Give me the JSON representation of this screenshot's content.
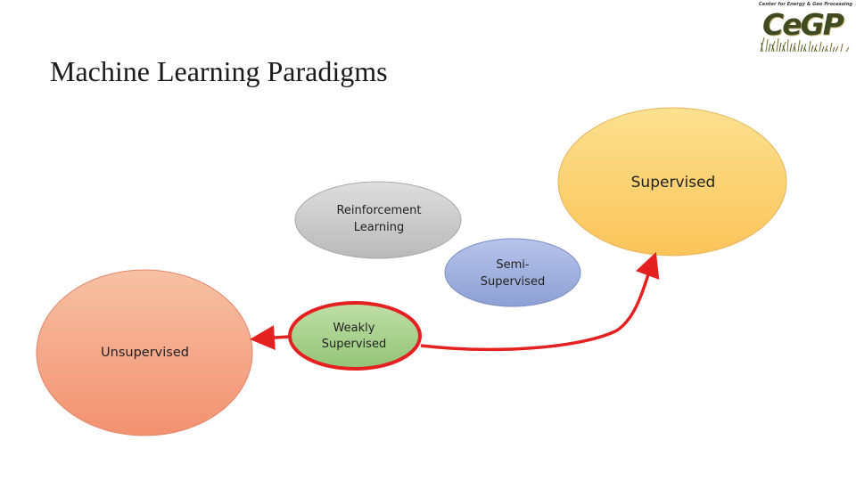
{
  "slide": {
    "title": "Machine Learning Paradigms"
  },
  "logo": {
    "tagline": "Center for Energy & Geo Processing",
    "wordmark": "CeGP"
  },
  "nodes": {
    "supervised": {
      "label": "Supervised",
      "color": "#fbca6a"
    },
    "reinforcement": {
      "label": "Reinforcement\nLearning",
      "color": "#c8c8c8"
    },
    "semi_supervised": {
      "label": "Semi-\nSupervised",
      "color": "#a3b2de"
    },
    "weakly_supervised": {
      "label": "Weakly\nSupervised",
      "color": "#a9d08e",
      "highlight": "#e52020"
    },
    "unsupervised": {
      "label": "Unsupervised",
      "color": "#f4a07c"
    }
  },
  "arrows": {
    "color": "#e52020",
    "links": [
      {
        "from": "weakly_supervised",
        "to": "unsupervised"
      },
      {
        "from": "weakly_supervised",
        "to": "supervised"
      }
    ]
  }
}
